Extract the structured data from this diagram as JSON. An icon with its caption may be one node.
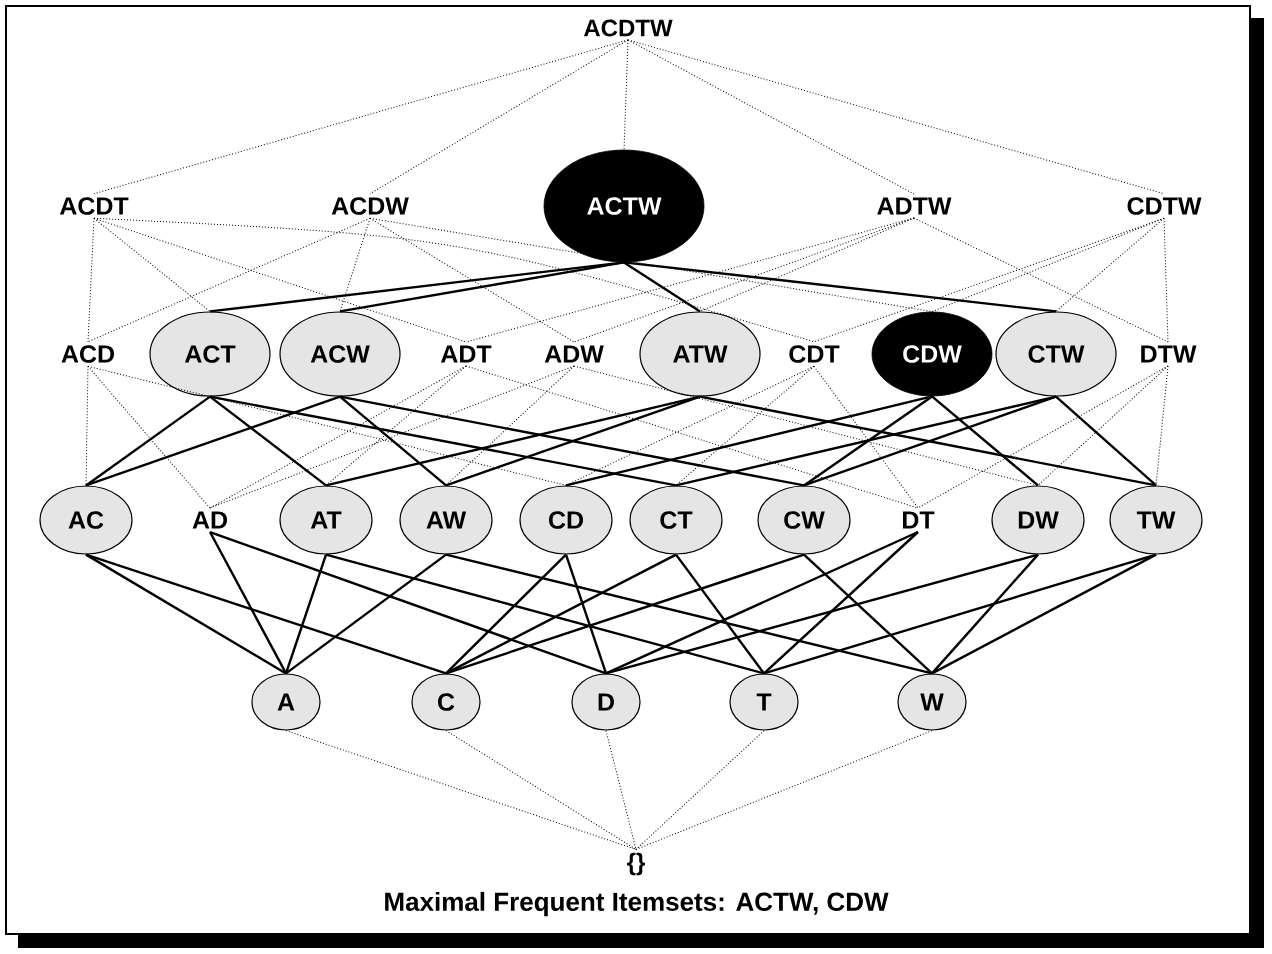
{
  "diagram": {
    "caption": "Maximal Frequent Itemsets: ACTW, CDW",
    "nodes": [
      {
        "text": [
          "ACDTW"
        ]
      },
      {
        "text": [
          "ACDT"
        ]
      },
      {
        "text": [
          "ACDW"
        ]
      },
      {
        "text": [
          "ACTW"
        ]
      },
      {
        "text": [
          "ADTW"
        ]
      },
      {
        "text": [
          "CDTW"
        ]
      },
      {
        "text": [
          "ACD"
        ]
      },
      {
        "text": [
          "ACT"
        ]
      },
      {
        "text": [
          "ACW"
        ]
      },
      {
        "text": [
          "ADT"
        ]
      },
      {
        "text": [
          "ADW"
        ]
      },
      {
        "text": [
          "ATW"
        ]
      },
      {
        "text": [
          "CDT"
        ]
      },
      {
        "text": [
          "CDW"
        ]
      },
      {
        "text": [
          "CTW"
        ]
      },
      {
        "text": [
          "DTW"
        ]
      },
      {
        "text": [
          "AC"
        ]
      },
      {
        "text": [
          "AD"
        ]
      },
      {
        "text": [
          "AT"
        ]
      },
      {
        "text": [
          "AW"
        ]
      },
      {
        "text": [
          "CD"
        ]
      },
      {
        "text": [
          "CT"
        ]
      },
      {
        "text": [
          "CW"
        ]
      },
      {
        "text": [
          "DT"
        ]
      },
      {
        "text": [
          "DW"
        ]
      },
      {
        "text": [
          "TW"
        ]
      },
      {
        "text": [
          "A"
        ]
      },
      {
        "text": [
          "C"
        ]
      },
      {
        "text": [
          "D"
        ]
      },
      {
        "text": [
          "T"
        ]
      },
      {
        "text": [
          "W"
        ]
      },
      {
        "text": [
          "{}"
        ]
      }
    ],
    "edges": [
      {
        "from": 0,
        "to": 1,
        "arrow": "none",
        "style": "dashed"
      },
      {
        "from": 0,
        "to": 2,
        "arrow": "none",
        "style": "dashed"
      },
      {
        "from": 0,
        "to": 3,
        "arrow": "none",
        "style": "dashed"
      },
      {
        "from": 0,
        "to": 4,
        "arrow": "none",
        "style": "dashed"
      },
      {
        "from": 0,
        "to": 5,
        "arrow": "none",
        "style": "dashed"
      },
      {
        "from": 1,
        "to": 6,
        "arrow": "none",
        "style": "dashed"
      },
      {
        "from": 1,
        "to": 7,
        "arrow": "none",
        "style": "dashed"
      },
      {
        "from": 1,
        "to": 9,
        "arrow": "none",
        "style": "dashed"
      },
      {
        "from": 1,
        "to": 12,
        "arrow": "none",
        "style": "dashed"
      },
      {
        "from": 2,
        "to": 6,
        "arrow": "none",
        "style": "dashed"
      },
      {
        "from": 2,
        "to": 8,
        "arrow": "none",
        "style": "dashed"
      },
      {
        "from": 2,
        "to": 10,
        "arrow": "none",
        "style": "dashed"
      },
      {
        "from": 2,
        "to": 13,
        "arrow": "none",
        "style": "dashed"
      },
      {
        "from": 3,
        "to": 7,
        "arrow": "none"
      },
      {
        "from": 3,
        "to": 8,
        "arrow": "none"
      },
      {
        "from": 3,
        "to": 11,
        "arrow": "none"
      },
      {
        "from": 3,
        "to": 14,
        "arrow": "none"
      },
      {
        "from": 4,
        "to": 9,
        "arrow": "none",
        "style": "dashed"
      },
      {
        "from": 4,
        "to": 10,
        "arrow": "none",
        "style": "dashed"
      },
      {
        "from": 4,
        "to": 11,
        "arrow": "none",
        "style": "dashed"
      },
      {
        "from": 4,
        "to": 15,
        "arrow": "none",
        "style": "dashed"
      },
      {
        "from": 5,
        "to": 12,
        "arrow": "none",
        "style": "dashed"
      },
      {
        "from": 5,
        "to": 13,
        "arrow": "none",
        "style": "dashed"
      },
      {
        "from": 5,
        "to": 14,
        "arrow": "none",
        "style": "dashed"
      },
      {
        "from": 5,
        "to": 15,
        "arrow": "none",
        "style": "dashed"
      },
      {
        "from": 6,
        "to": 16,
        "arrow": "none",
        "style": "dashed"
      },
      {
        "from": 6,
        "to": 17,
        "arrow": "none",
        "style": "dashed"
      },
      {
        "from": 6,
        "to": 20,
        "arrow": "none",
        "style": "dashed"
      },
      {
        "from": 7,
        "to": 16,
        "arrow": "none"
      },
      {
        "from": 7,
        "to": 18,
        "arrow": "none"
      },
      {
        "from": 7,
        "to": 21,
        "arrow": "none"
      },
      {
        "from": 8,
        "to": 16,
        "arrow": "none"
      },
      {
        "from": 8,
        "to": 19,
        "arrow": "none"
      },
      {
        "from": 8,
        "to": 22,
        "arrow": "none"
      },
      {
        "from": 9,
        "to": 17,
        "arrow": "none",
        "style": "dashed"
      },
      {
        "from": 9,
        "to": 18,
        "arrow": "none",
        "style": "dashed"
      },
      {
        "from": 9,
        "to": 23,
        "arrow": "none",
        "style": "dashed"
      },
      {
        "from": 10,
        "to": 17,
        "arrow": "none",
        "style": "dashed"
      },
      {
        "from": 10,
        "to": 19,
        "arrow": "none",
        "style": "dashed"
      },
      {
        "from": 10,
        "to": 24,
        "arrow": "none",
        "style": "dashed"
      },
      {
        "from": 11,
        "to": 18,
        "arrow": "none"
      },
      {
        "from": 11,
        "to": 19,
        "arrow": "none"
      },
      {
        "from": 11,
        "to": 25,
        "arrow": "none"
      },
      {
        "from": 12,
        "to": 20,
        "arrow": "none",
        "style": "dashed"
      },
      {
        "from": 12,
        "to": 21,
        "arrow": "none",
        "style": "dashed"
      },
      {
        "from": 12,
        "to": 23,
        "arrow": "none",
        "style": "dashed"
      },
      {
        "from": 13,
        "to": 20,
        "arrow": "none"
      },
      {
        "from": 13,
        "to": 22,
        "arrow": "none"
      },
      {
        "from": 13,
        "to": 24,
        "arrow": "none"
      },
      {
        "from": 14,
        "to": 21,
        "arrow": "none"
      },
      {
        "from": 14,
        "to": 22,
        "arrow": "none"
      },
      {
        "from": 14,
        "to": 25,
        "arrow": "none"
      },
      {
        "from": 15,
        "to": 23,
        "arrow": "none",
        "style": "dashed"
      },
      {
        "from": 15,
        "to": 24,
        "arrow": "none",
        "style": "dashed"
      },
      {
        "from": 15,
        "to": 25,
        "arrow": "none",
        "style": "dashed"
      },
      {
        "from": 16,
        "to": 26,
        "arrow": "none"
      },
      {
        "from": 16,
        "to": 27,
        "arrow": "none"
      },
      {
        "from": 17,
        "to": 26,
        "arrow": "none"
      },
      {
        "from": 17,
        "to": 28,
        "arrow": "none"
      },
      {
        "from": 18,
        "to": 26,
        "arrow": "none"
      },
      {
        "from": 18,
        "to": 29,
        "arrow": "none"
      },
      {
        "from": 19,
        "to": 26,
        "arrow": "none"
      },
      {
        "from": 19,
        "to": 30,
        "arrow": "none"
      },
      {
        "from": 20,
        "to": 27,
        "arrow": "none"
      },
      {
        "from": 20,
        "to": 28,
        "arrow": "none"
      },
      {
        "from": 21,
        "to": 27,
        "arrow": "none"
      },
      {
        "from": 21,
        "to": 29,
        "arrow": "none"
      },
      {
        "from": 22,
        "to": 27,
        "arrow": "none"
      },
      {
        "from": 22,
        "to": 30,
        "arrow": "none"
      },
      {
        "from": 23,
        "to": 28,
        "arrow": "none"
      },
      {
        "from": 23,
        "to": 29,
        "arrow": "none"
      },
      {
        "from": 24,
        "to": 28,
        "arrow": "none"
      },
      {
        "from": 24,
        "to": 30,
        "arrow": "none"
      },
      {
        "from": 25,
        "to": 29,
        "arrow": "none"
      },
      {
        "from": 25,
        "to": 30,
        "arrow": "none"
      },
      {
        "from": 26,
        "to": 31,
        "arrow": "none",
        "style": "dashed"
      },
      {
        "from": 27,
        "to": 31,
        "arrow": "none",
        "style": "dashed"
      },
      {
        "from": 28,
        "to": 31,
        "arrow": "none",
        "style": "dashed"
      },
      {
        "from": 29,
        "to": 31,
        "arrow": "none",
        "style": "dashed"
      },
      {
        "from": 30,
        "to": 31,
        "arrow": "none",
        "style": "dashed"
      }
    ]
  }
}
